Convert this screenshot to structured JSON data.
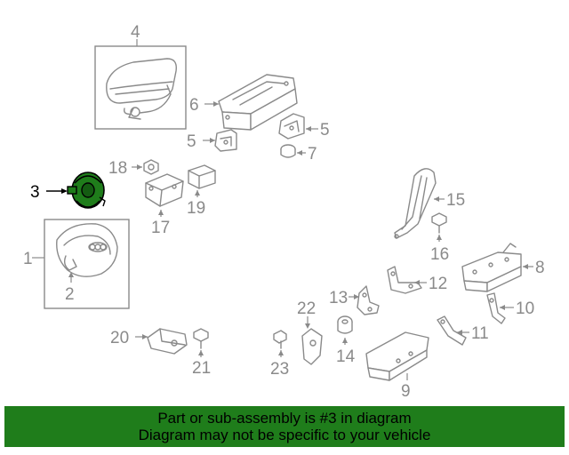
{
  "callouts": {
    "c1": "1",
    "c2": "2",
    "c3": "3",
    "c4": "4",
    "c5a": "5",
    "c5b": "5",
    "c6": "6",
    "c7": "7",
    "c8": "8",
    "c9": "9",
    "c10": "10",
    "c11": "11",
    "c12": "12",
    "c13": "13",
    "c14": "14",
    "c15": "15",
    "c16": "16",
    "c17": "17",
    "c18": "18",
    "c19": "19",
    "c20": "20",
    "c21": "21",
    "c22": "22",
    "c23": "23"
  },
  "highlight": {
    "part_number": "3",
    "color": "#1f7d1b"
  },
  "banner": {
    "line1": "Part or sub-assembly is #3 in diagram",
    "line2": "Diagram may not be specific to your vehicle",
    "background": "#1f7d1b"
  },
  "colors": {
    "line_art": "#8a8a8a",
    "highlight_text": "#000000"
  }
}
